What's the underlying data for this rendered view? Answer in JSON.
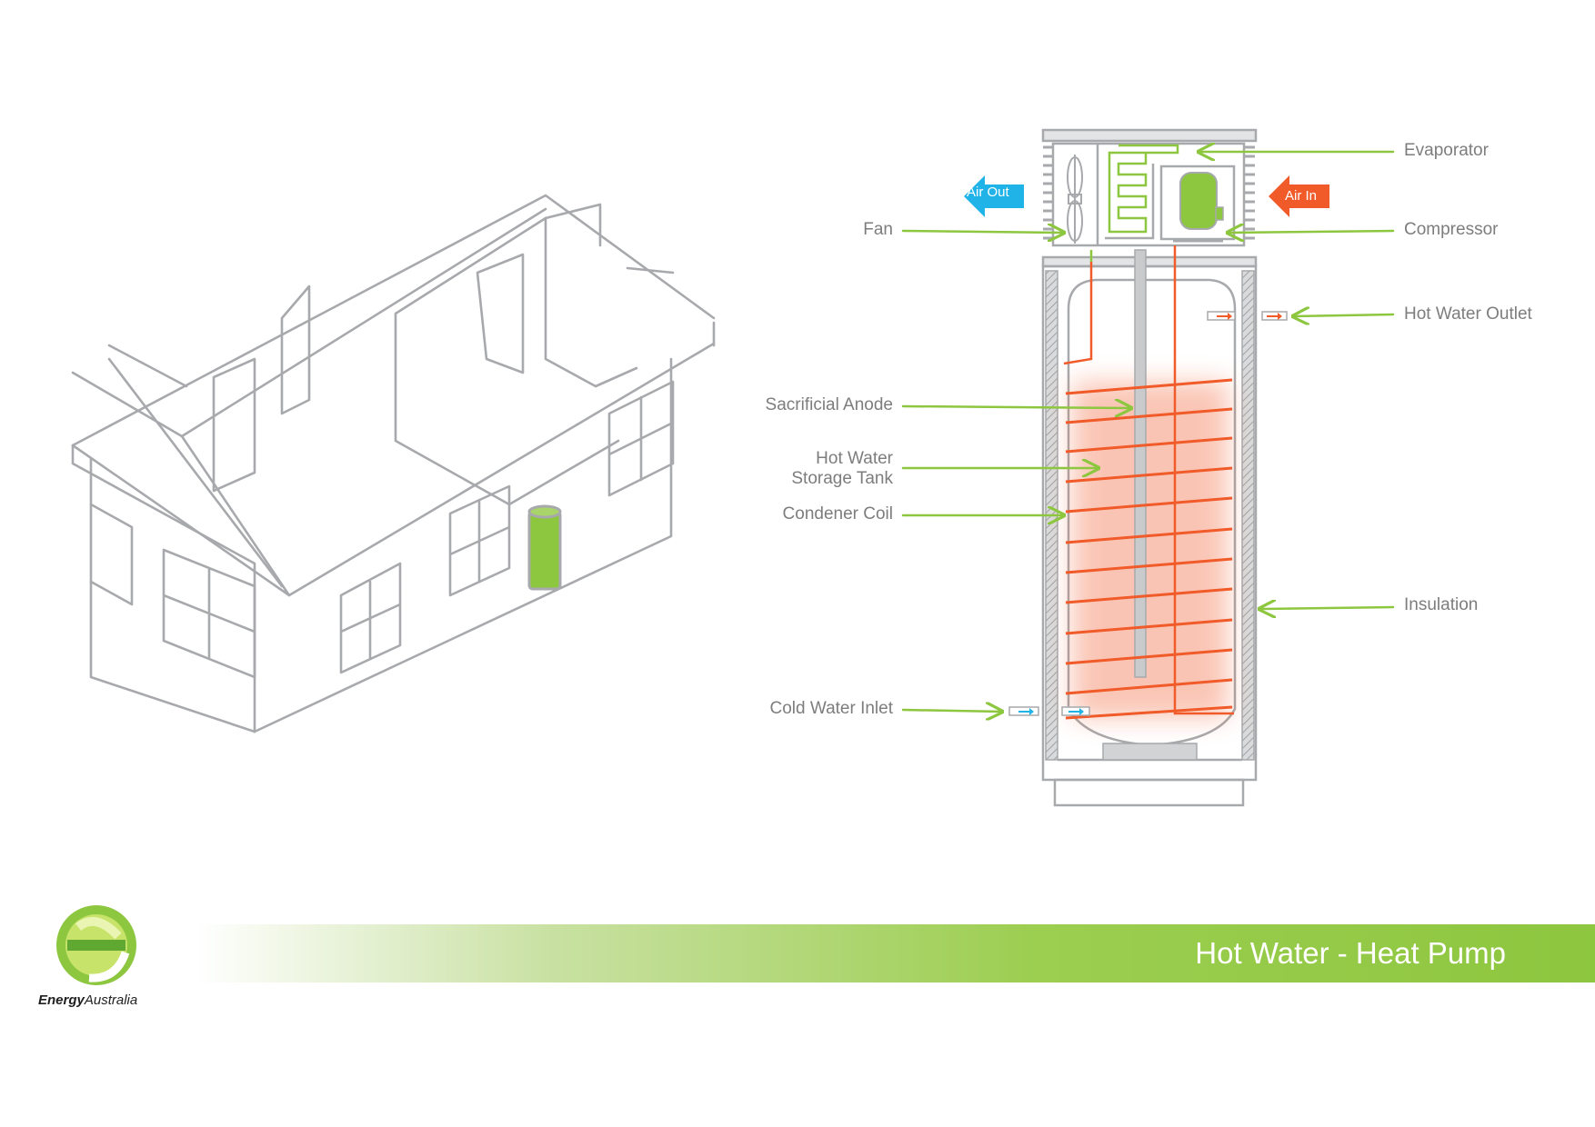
{
  "title": "Hot Water - Heat Pump",
  "brand": {
    "bold": "Energy",
    "rest": "Australia"
  },
  "arrows": {
    "air_out": "Air Out",
    "air_in": "Air In"
  },
  "labels": {
    "evaporator": "Evaporator",
    "fan": "Fan",
    "compressor": "Compressor",
    "hot_water_outlet": "Hot Water Outlet",
    "sacrificial_anode": "Sacrificial Anode",
    "storage_tank_line1": "Hot Water",
    "storage_tank_line2": "Storage Tank",
    "condenser_coil": "Condener Coil",
    "insulation": "Insulation",
    "cold_water_inlet": "Cold Water Inlet"
  },
  "colors": {
    "line_green": "#8dc63f",
    "hot_orange": "#f15a29",
    "air_out_blue": "#1fb3e8",
    "sketch_gray": "#a7a9ac",
    "text_gray": "#7d7d7d"
  }
}
